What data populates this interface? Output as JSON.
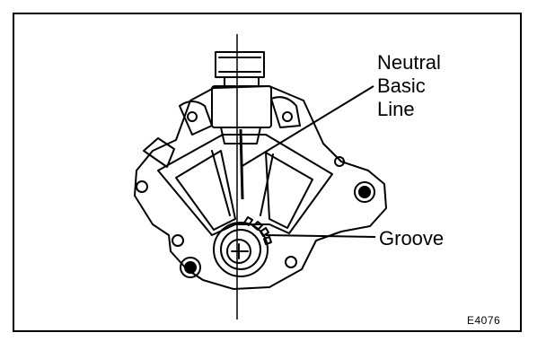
{
  "labels": {
    "neutral_line_1": "Neutral",
    "neutral_line_2": "Basic",
    "neutral_line_3": "Line",
    "groove": "Groove",
    "figure_code": "E4076"
  },
  "colors": {
    "ink": "#000000",
    "paper": "#ffffff"
  }
}
